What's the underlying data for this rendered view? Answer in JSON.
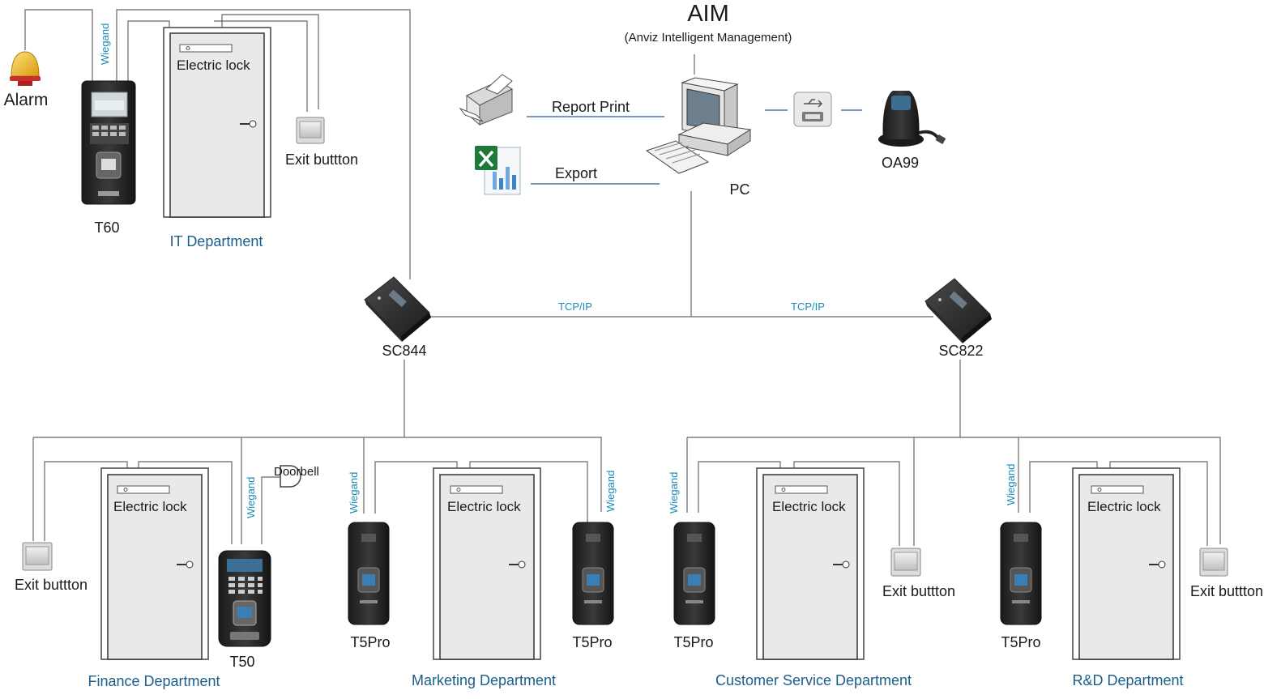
{
  "aim": {
    "title": "AIM",
    "subtitle": "(Anviz Intelligent Management)"
  },
  "pc": {
    "label": "PC"
  },
  "report_print": {
    "label": "Report Print"
  },
  "export": {
    "label": "Export"
  },
  "oa99": {
    "label": "OA99"
  },
  "tcpip": {
    "left": "TCP/IP",
    "right": "TCP/IP"
  },
  "controllers": {
    "left": "SC844",
    "right": "SC822"
  },
  "it": {
    "alarm": "Alarm",
    "wiegand": "Wiegand",
    "lock": "Electric lock",
    "exit": "Exit buttton",
    "reader": "T60",
    "dept": "IT Department"
  },
  "finance": {
    "exit": "Exit buttton",
    "lock": "Electric lock",
    "wiegand": "Wiegand",
    "doorbell": "Doorbell",
    "reader": "T50",
    "dept": "Finance Department"
  },
  "marketing": {
    "wiegand_left": "Wiegand",
    "wiegand_right": "Wiegand",
    "lock": "Electric lock",
    "reader_left": "T5Pro",
    "reader_right": "T5Pro",
    "dept": "Marketing Department"
  },
  "customer": {
    "wiegand": "Wiegand",
    "lock": "Electric lock",
    "exit": "Exit buttton",
    "reader": "T5Pro",
    "dept": "Customer Service Department"
  },
  "rnd": {
    "wiegand": "Wiegand",
    "lock": "Electric lock",
    "exit": "Exit buttton",
    "reader": "T5Pro",
    "dept": "R&D Department"
  },
  "colors": {
    "dept_text": "#1b5e8a",
    "wiegand_text": "#1b8ab6",
    "wire": "#666666",
    "link": "#2a5b8c"
  },
  "icons": [
    "alarm-bell-icon",
    "fingerprint-reader-icon",
    "door-icon",
    "exit-button-icon",
    "printer-icon",
    "excel-icon",
    "pc-icon",
    "usb-icon",
    "fingerprint-scanner-icon",
    "controller-icon",
    "doorbell-icon"
  ]
}
